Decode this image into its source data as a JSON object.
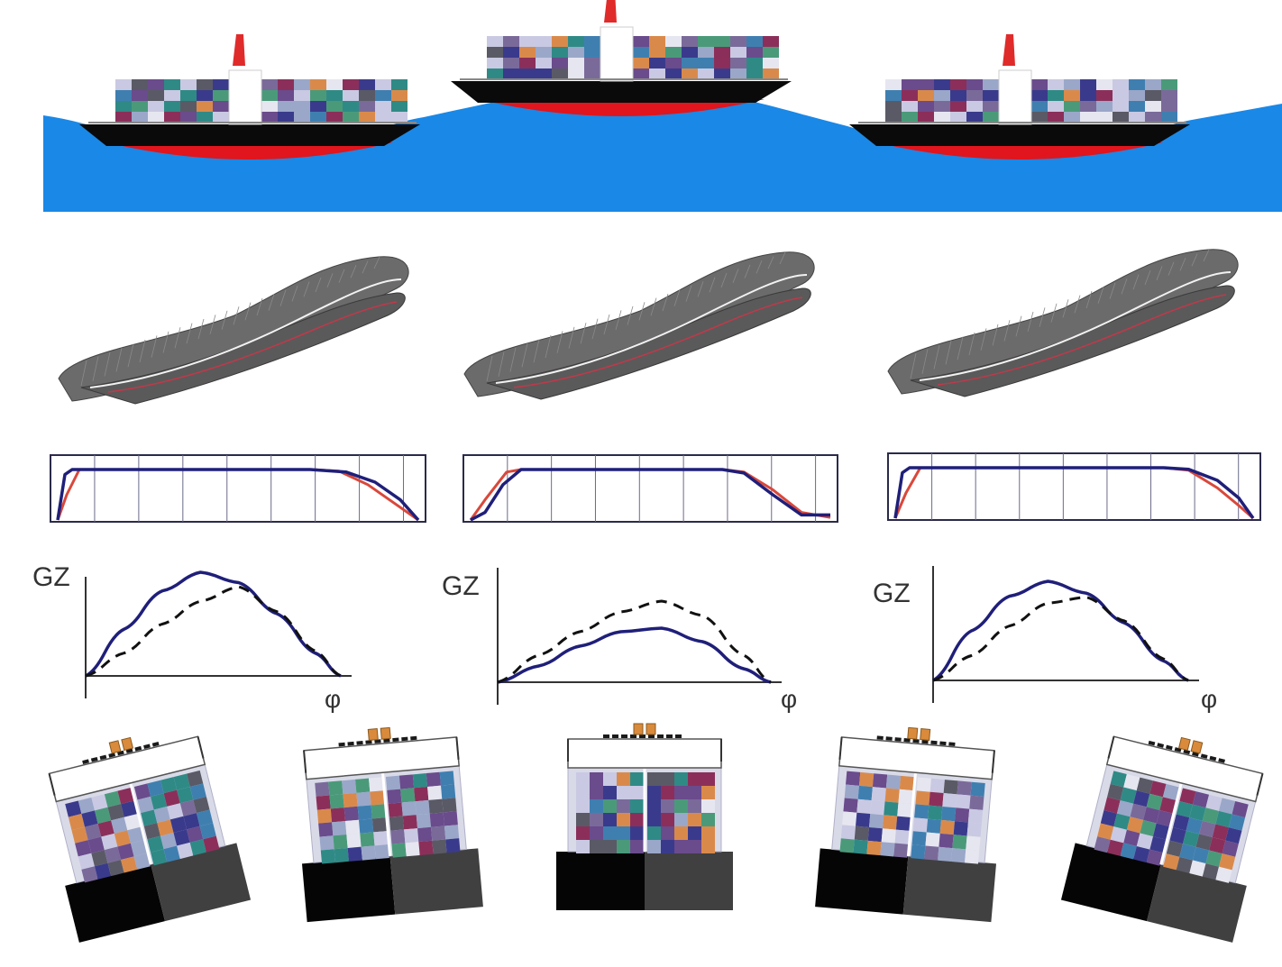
{
  "colors": {
    "sea": "#1a88e6",
    "hull_black": "#0a0a0a",
    "hull_red": "#e0151d",
    "funnel": "#e02b2b",
    "hull_surface": "#6b6b6b",
    "waterline_light": "#f2f2f2",
    "waterline_red": "#c0394a",
    "curve_blue": "#1f1f7a",
    "curve_red": "#d9483b",
    "curve_purple": "#7a2f7a",
    "box_border": "#2a2a4a",
    "container_palette": [
      "#3a3a8c",
      "#6a4b8c",
      "#2f8a86",
      "#d98a4b",
      "#9aa7c9",
      "#c9c9e3",
      "#5a5a66",
      "#8b2f5a",
      "#3f7fb0",
      "#e6e6f0",
      "#7a6a9a",
      "#4a9a7a"
    ]
  },
  "panels": [
    {
      "condition": "trough",
      "gz_label": "GZ",
      "phi_label": "φ"
    },
    {
      "condition": "crest",
      "gz_label": "GZ",
      "phi_label": "φ"
    },
    {
      "condition": "trough",
      "gz_label": "GZ",
      "phi_label": "φ"
    }
  ],
  "chart_data": [
    {
      "type": "line",
      "xlabel": "φ",
      "ylabel": "GZ",
      "series": [
        {
          "style": "solid",
          "x": [
            0,
            0.15,
            0.3,
            0.45,
            0.6,
            0.75,
            0.9,
            1.0
          ],
          "values": [
            0,
            0.45,
            0.82,
            1.0,
            0.9,
            0.6,
            0.22,
            0
          ]
        },
        {
          "style": "dashed",
          "x": [
            0,
            0.15,
            0.3,
            0.45,
            0.6,
            0.75,
            0.9,
            1.0
          ],
          "values": [
            0,
            0.22,
            0.5,
            0.72,
            0.86,
            0.62,
            0.24,
            0
          ]
        }
      ]
    },
    {
      "type": "line",
      "xlabel": "φ",
      "ylabel": "GZ",
      "series": [
        {
          "style": "solid",
          "x": [
            0,
            0.15,
            0.3,
            0.45,
            0.6,
            0.75,
            0.9,
            1.0
          ],
          "values": [
            0,
            0.18,
            0.4,
            0.56,
            0.6,
            0.45,
            0.15,
            0
          ]
        },
        {
          "style": "dashed",
          "x": [
            0,
            0.15,
            0.3,
            0.45,
            0.6,
            0.75,
            0.9,
            1.0
          ],
          "values": [
            0,
            0.3,
            0.56,
            0.78,
            0.9,
            0.74,
            0.3,
            0
          ]
        }
      ]
    },
    {
      "type": "line",
      "xlabel": "φ",
      "ylabel": "GZ",
      "series": [
        {
          "style": "solid",
          "x": [
            0,
            0.15,
            0.3,
            0.45,
            0.6,
            0.75,
            0.9,
            1.0
          ],
          "values": [
            0,
            0.5,
            0.85,
            1.0,
            0.88,
            0.58,
            0.2,
            0
          ]
        },
        {
          "style": "dashed",
          "x": [
            0,
            0.15,
            0.3,
            0.45,
            0.6,
            0.75,
            0.9,
            1.0
          ],
          "values": [
            0,
            0.25,
            0.55,
            0.78,
            0.84,
            0.6,
            0.22,
            0
          ]
        }
      ]
    },
    {
      "type": "line",
      "series": [
        {
          "color": "curve_red",
          "x": [
            0,
            0.025,
            0.06,
            0.2,
            0.4,
            0.7,
            0.78,
            0.86,
            0.94,
            1.0
          ],
          "values": [
            0,
            0.5,
            1.0,
            1.0,
            1.0,
            1.0,
            0.97,
            0.7,
            0.3,
            0
          ]
        },
        {
          "color": "curve_blue",
          "x": [
            0,
            0.02,
            0.04,
            0.2,
            0.4,
            0.7,
            0.8,
            0.88,
            0.95,
            1.0
          ],
          "values": [
            0,
            0.9,
            1.0,
            1.0,
            1.0,
            1.0,
            0.95,
            0.75,
            0.4,
            0
          ]
        }
      ]
    },
    {
      "type": "line",
      "series": [
        {
          "color": "curve_red",
          "x": [
            0,
            0.04,
            0.1,
            0.14,
            0.4,
            0.7,
            0.76,
            0.84,
            0.92,
            1.0
          ],
          "values": [
            0,
            0.4,
            0.95,
            1.0,
            1.0,
            1.0,
            0.95,
            0.6,
            0.15,
            0.05
          ]
        },
        {
          "color": "curve_blue",
          "x": [
            0,
            0.04,
            0.09,
            0.14,
            0.4,
            0.7,
            0.76,
            0.84,
            0.92,
            1.0
          ],
          "values": [
            0,
            0.15,
            0.7,
            1.0,
            1.0,
            1.0,
            0.93,
            0.5,
            0.1,
            0.1
          ]
        }
      ]
    },
    {
      "type": "line",
      "series": [
        {
          "color": "curve_red",
          "x": [
            0,
            0.03,
            0.07,
            0.2,
            0.5,
            0.75,
            0.82,
            0.9,
            0.96,
            1.0
          ],
          "values": [
            0,
            0.5,
            1.0,
            1.0,
            1.0,
            1.0,
            0.95,
            0.6,
            0.25,
            0
          ]
        },
        {
          "color": "curve_blue",
          "x": [
            0,
            0.02,
            0.04,
            0.2,
            0.5,
            0.75,
            0.82,
            0.9,
            0.96,
            1.0
          ],
          "values": [
            0,
            0.9,
            1.0,
            1.0,
            1.0,
            1.0,
            0.97,
            0.75,
            0.4,
            0
          ]
        }
      ]
    }
  ]
}
